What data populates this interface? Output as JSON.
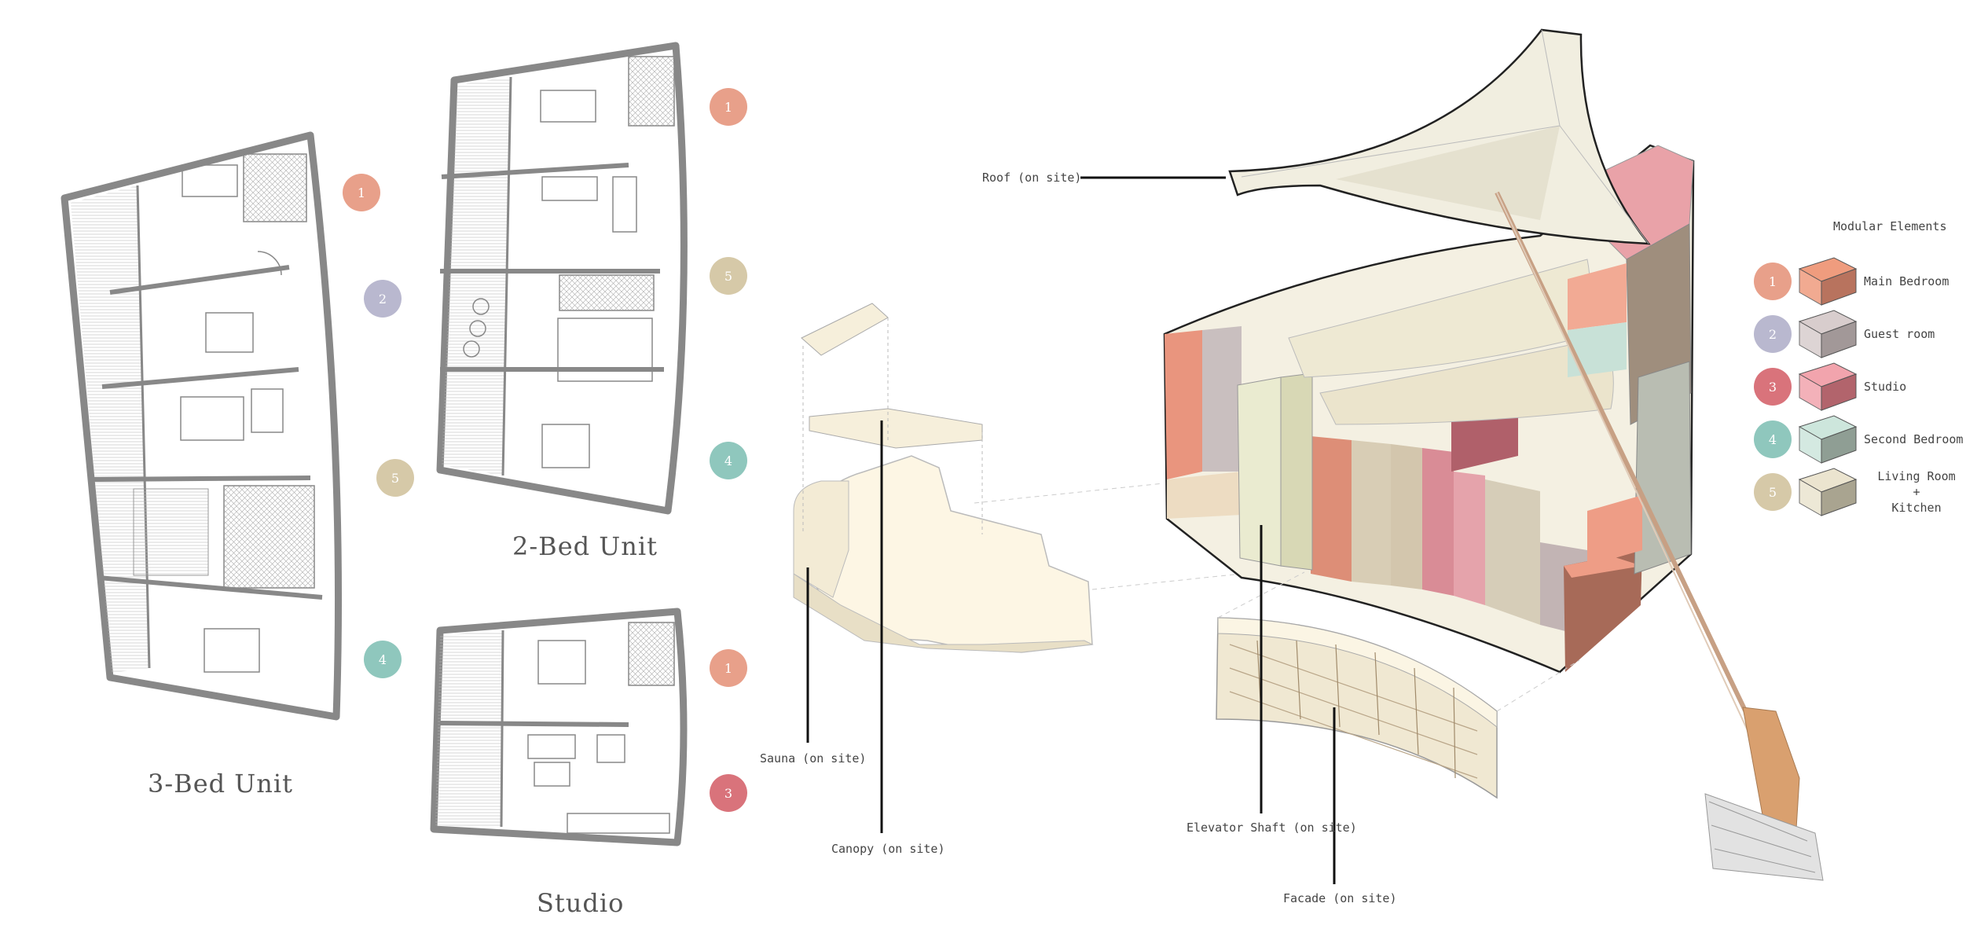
{
  "unit_titles": {
    "three_bed": "3-Bed Unit",
    "two_bed": "2-Bed Unit",
    "studio": "Studio"
  },
  "unit_badges": {
    "three_bed": [
      "1",
      "2",
      "5",
      "4"
    ],
    "two_bed": [
      "1",
      "5",
      "4"
    ],
    "studio": [
      "1",
      "3"
    ]
  },
  "callouts": {
    "roof": "Roof (on site)",
    "sauna": "Sauna (on site)",
    "canopy": "Canopy (on site)",
    "elevator": "Elevator Shaft (on site)",
    "facade": "Facade (on site)"
  },
  "legend": {
    "title": "Modular Elements",
    "items": [
      {
        "num": "1",
        "label": "Main Bedroom",
        "color": "#e8a08a",
        "top": "#ef9c7e",
        "side": "#b8735e"
      },
      {
        "num": "2",
        "label": "Guest room",
        "color": "#b9b8cf",
        "top": "#d8cdcd",
        "side": "#a29898"
      },
      {
        "num": "3",
        "label": "Studio",
        "color": "#d9737b",
        "top": "#f2a4ad",
        "side": "#b2646c"
      },
      {
        "num": "4",
        "label": "Second Bedroom",
        "color": "#8fc7bd",
        "top": "#cde6dc",
        "side": "#8f9e94"
      },
      {
        "num": "5",
        "label": "Living Room\n+\nKitchen",
        "color": "#d6c9a8",
        "top": "#ebe4cf",
        "side": "#a9a490"
      }
    ]
  }
}
